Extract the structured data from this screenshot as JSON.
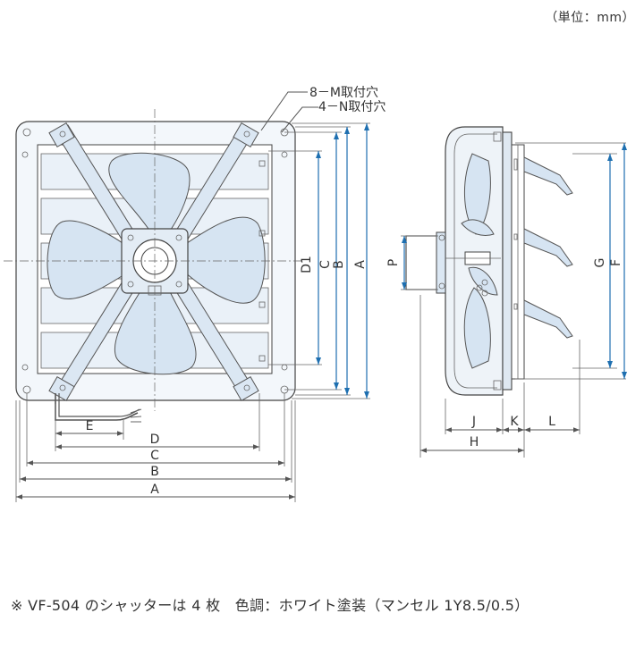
{
  "unit_note": "（単位：mm）",
  "callouts": {
    "mounting_holes": "8－M取付穴",
    "n_holes": "4－N取付穴"
  },
  "front_view": {
    "dim_width_labels": [
      "D",
      "C",
      "B",
      "A"
    ],
    "dim_height_labels": [
      "D1",
      "C",
      "B",
      "A"
    ],
    "dim_cable_label": "E"
  },
  "side_view": {
    "dim_labels": {
      "J": "J",
      "K": "K",
      "L": "L",
      "H": "H",
      "P": "P",
      "G": "G",
      "F": "F"
    }
  },
  "footnote": "※ VF-504 のシャッターは 4 枚　色調：ホワイト塗装（マンセル 1Y8.5/0.5）"
}
